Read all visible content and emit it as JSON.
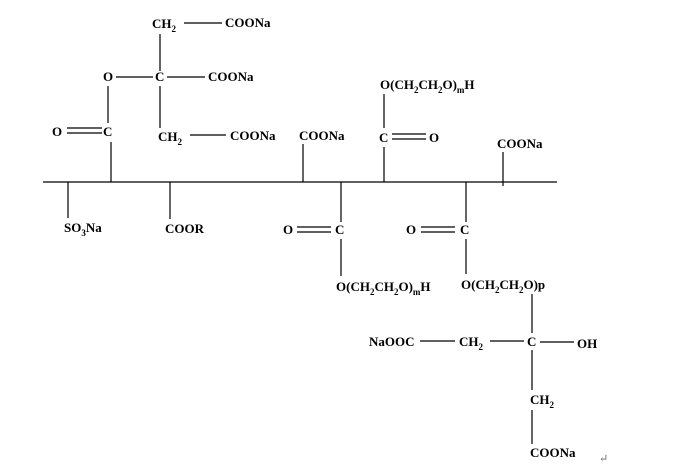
{
  "diagram": {
    "labels": {
      "ch2_top": "CH",
      "coona_top": "COONa",
      "o_ester1": "O",
      "c_center1": "C",
      "coona_mid1": "COONa",
      "o_double1": "O",
      "c_carbonyl1": "C",
      "ch2_lower1": "CH",
      "coona_lower1": "COONa",
      "coona_col3": "COONa",
      "peo_top_pre": "O(CH",
      "peo_top_mid1": "CH",
      "peo_top_mid2": "O)",
      "peo_top_m": "m",
      "peo_top_h": "H",
      "c_carbonyl_up": "C",
      "o_double_up": "O",
      "coona_right": "COONa",
      "so3na_pre": "SO",
      "so3na_post": "Na",
      "coor": "COOR",
      "o_double_down1": "O",
      "c_carbonyl_down1": "C",
      "peo_down_pre": "O(CH",
      "peo_down_mid1": "CH",
      "peo_down_mid2": "O)",
      "peo_down_m": "m",
      "peo_down_h": "H",
      "o_double_down2": "O",
      "c_carbonyl_down2": "C",
      "peo_p_pre": "O(CH",
      "peo_p_mid1": "CH",
      "peo_p_post": "O)p",
      "naooc": "NaOOC",
      "ch2_bottom": "CH",
      "c_bottom": "C",
      "oh": "OH",
      "ch2_bottom2": "CH",
      "coona_bottom": "COONa",
      "sub2": "2",
      "sub3": "3",
      "return_mark": "↵"
    }
  }
}
